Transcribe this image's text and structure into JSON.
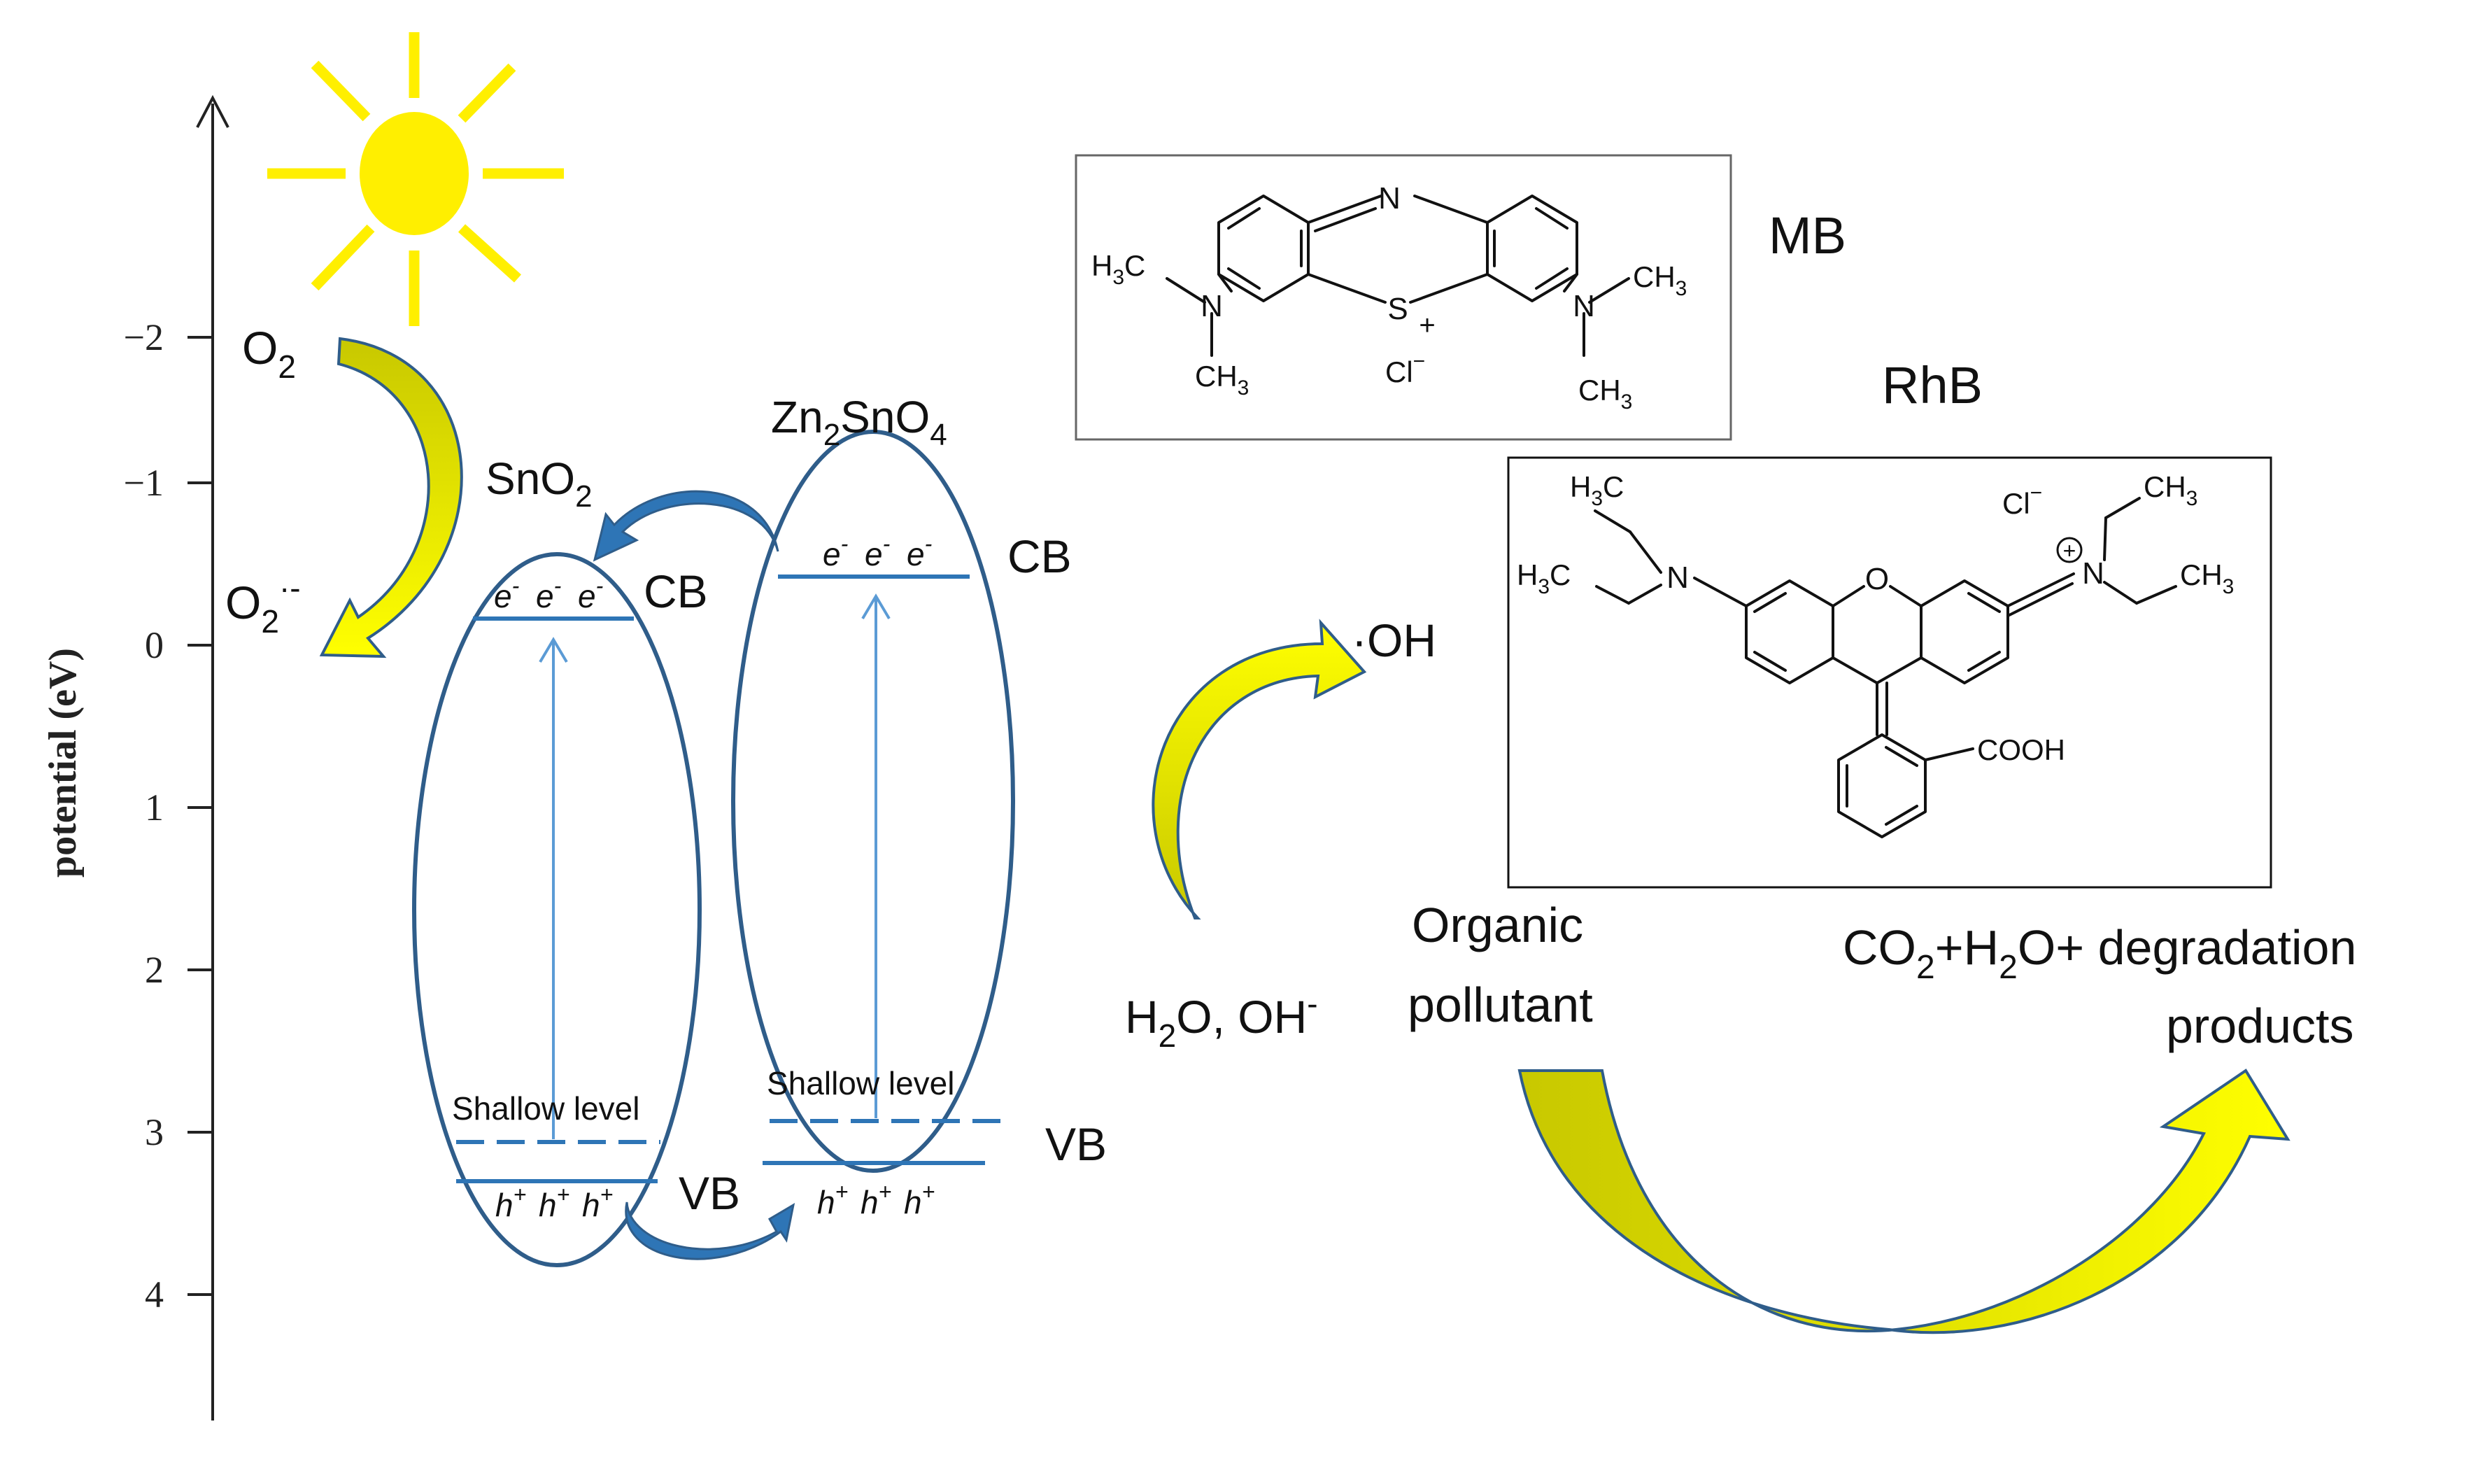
{
  "axis": {
    "label": "potential (eV)",
    "ticks": [
      "−2",
      "−1",
      "0",
      "1",
      "2",
      "3",
      "4"
    ]
  },
  "semiconductors": {
    "sno2": {
      "name": "SnO",
      "sub": "2"
    },
    "zn2sno4": {
      "p1": "Zn",
      "s1": "2",
      "p2": "SnO",
      "s2": "4"
    }
  },
  "bands": {
    "cb_left": "CB",
    "cb_right": "CB",
    "vb_center": "VB",
    "vb_right": "VB",
    "shallow_left": "Shallow level",
    "shallow_right": "Shallow level",
    "electron": "e",
    "electron_sup": "-",
    "hole": "h",
    "hole_sup": "+"
  },
  "species": {
    "o2": {
      "main": "O",
      "sub": "2"
    },
    "o2_radical": {
      "main": "O",
      "sub": "2",
      "sup": "·-"
    },
    "oh_radical": "·OH",
    "h2o_oh": {
      "p1": "H",
      "sub": "2",
      "p2": "O, OH",
      "sup": "-"
    }
  },
  "pollutant": {
    "line1": "Organic",
    "line2": "pollutant"
  },
  "products": {
    "line1": {
      "p1": "CO",
      "s1": "2",
      "p2": "+H",
      "s2": "2",
      "p3": "O+ degradation"
    },
    "line2": "products"
  },
  "molecules": {
    "mb": {
      "name": "MB",
      "n_top": "N",
      "s": "S",
      "s_charge": "+",
      "n_left": "N",
      "n_right": "N",
      "cl": "Cl",
      "cl_sup": "−",
      "h3c": {
        "p1": "H",
        "s1": "3",
        "p2": "C"
      },
      "ch3": {
        "p1": "CH",
        "s1": "3"
      }
    },
    "rhb": {
      "name": "RhB",
      "o": "O",
      "n_left": "N",
      "n_right": "N",
      "cl": "Cl",
      "cl_sup": "−",
      "h3c": {
        "p1": "H",
        "s1": "3",
        "p2": "C"
      },
      "ch3": {
        "p1": "CH",
        "s1": "3"
      },
      "cooh": "COOH",
      "plus": "+"
    }
  },
  "colors": {
    "band_blue": "#2f5d8a",
    "transfer_blue": "#2e75b6",
    "arrow_yellow": "#ffff00",
    "arrow_olive": "#c8c800",
    "sun": "#ffef00"
  }
}
